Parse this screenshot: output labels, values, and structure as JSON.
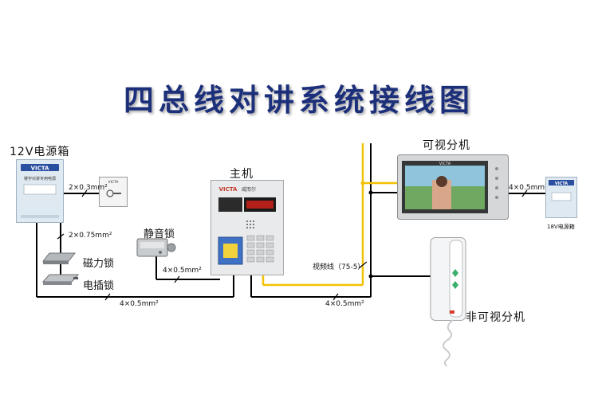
{
  "title": "四总线对讲系统接线图",
  "labels": {
    "power_12v": "12V电源箱",
    "main_unit": "主机",
    "video_unit": "可视分机",
    "nonvideo_unit": "非可视分机",
    "silent_lock": "静音锁",
    "mag_lock": "磁力锁",
    "elec_lock": "电插锁",
    "power_18v": "18V电源箱",
    "video_cable": "视频线（75-5）"
  },
  "wire_specs": {
    "w_2x03": "2×0.3mm²",
    "w_2x075": "2×0.75mm²",
    "w_4x05_lock": "4×0.5mm²",
    "w_4x05_bottom_left": "4×0.5mm²",
    "w_4x05_bottom_mid": "4×0.5mm²",
    "w_4x05_right": "4×0.5mm²"
  },
  "device_text": {
    "brand": "VICTA",
    "brand_cn": "威而尔",
    "psu_caption": "楼宇对讲专用电源"
  },
  "colors": {
    "title": "#1c2f7a",
    "wire_black": "#000000",
    "wire_yellow": "#f2c200"
  }
}
